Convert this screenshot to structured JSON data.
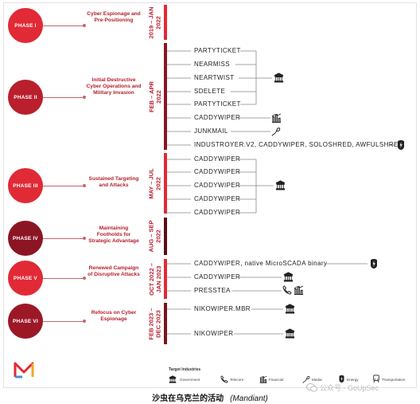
{
  "phases": [
    {
      "id": "phase-1",
      "circle": "PHASE I",
      "label": "Cyber Espionage and Pre-Positioning",
      "color": "#e12a35"
    },
    {
      "id": "phase-2",
      "circle": "PHASE II",
      "label": "Initial Destructive Cyber Operations and Military Invasion",
      "color": "#b91f2d"
    },
    {
      "id": "phase-3",
      "circle": "PHASE III",
      "label": "Sustained Targeting and Attacks",
      "color": "#e02a36"
    },
    {
      "id": "phase-4",
      "circle": "PHASE IV",
      "label": "Maintaining Footholds for Strategic Advantage",
      "color": "#8c1524"
    },
    {
      "id": "phase-5",
      "circle": "PHASE V",
      "label": "Renewed Campaign of Disruptive Attacks",
      "color": "#e12a35"
    },
    {
      "id": "phase-6",
      "circle": "PHASE VI",
      "label": "Refocus on Cyber Espionage",
      "color": "#9c1827"
    }
  ],
  "dates": [
    {
      "label": "2019 – JAN\n2022",
      "color": "#e12a35"
    },
    {
      "label": "FEB – APR\n2022",
      "color": "#8c1524"
    },
    {
      "label": "MAY – JUL\n2022",
      "color": "#e02a36"
    },
    {
      "label": "AUG – SEP\n2022",
      "color": "#5b0e18"
    },
    {
      "label": "OCT 2022 –\nJAN 2023",
      "color": "#e12a35"
    },
    {
      "label": "FEB 2023 –\nDEC 2023",
      "color": "#7a1320"
    }
  ],
  "malware": [
    {
      "name": "PARTYTICKET"
    },
    {
      "name": "NEARMISS"
    },
    {
      "name": "NEARTWIST"
    },
    {
      "name": "SDELETE"
    },
    {
      "name": "PARTYTICKET"
    },
    {
      "name": "CADDYWIPER"
    },
    {
      "name": "JUNKMAIL"
    },
    {
      "name": "INDUSTROYER.V2, CADDYWIPER, SOLOSHRED, AWFULSHRED"
    },
    {
      "name": "CADDYWIPER"
    },
    {
      "name": "CADDYWIPER"
    },
    {
      "name": "CADDYWIPER"
    },
    {
      "name": "CADDYWIPER"
    },
    {
      "name": "CADDYWIPER"
    },
    {
      "name": "CADDYWIPER, native MicroSCADA binary"
    },
    {
      "name": "CADDYWIPER"
    },
    {
      "name": "PRESSTEA"
    },
    {
      "name": "NIKOWIPER.MBR"
    },
    {
      "name": "NIKOWIPER"
    }
  ],
  "legend": {
    "title": "Target Industries",
    "items": [
      "Government",
      "Telecom",
      "Financial",
      "Media",
      "Energy",
      "Transportation"
    ]
  },
  "caption": {
    "title": "沙虫在乌克兰的活动",
    "source": "(Mandiant)"
  },
  "watermark": "公众号 · GoUpSec"
}
